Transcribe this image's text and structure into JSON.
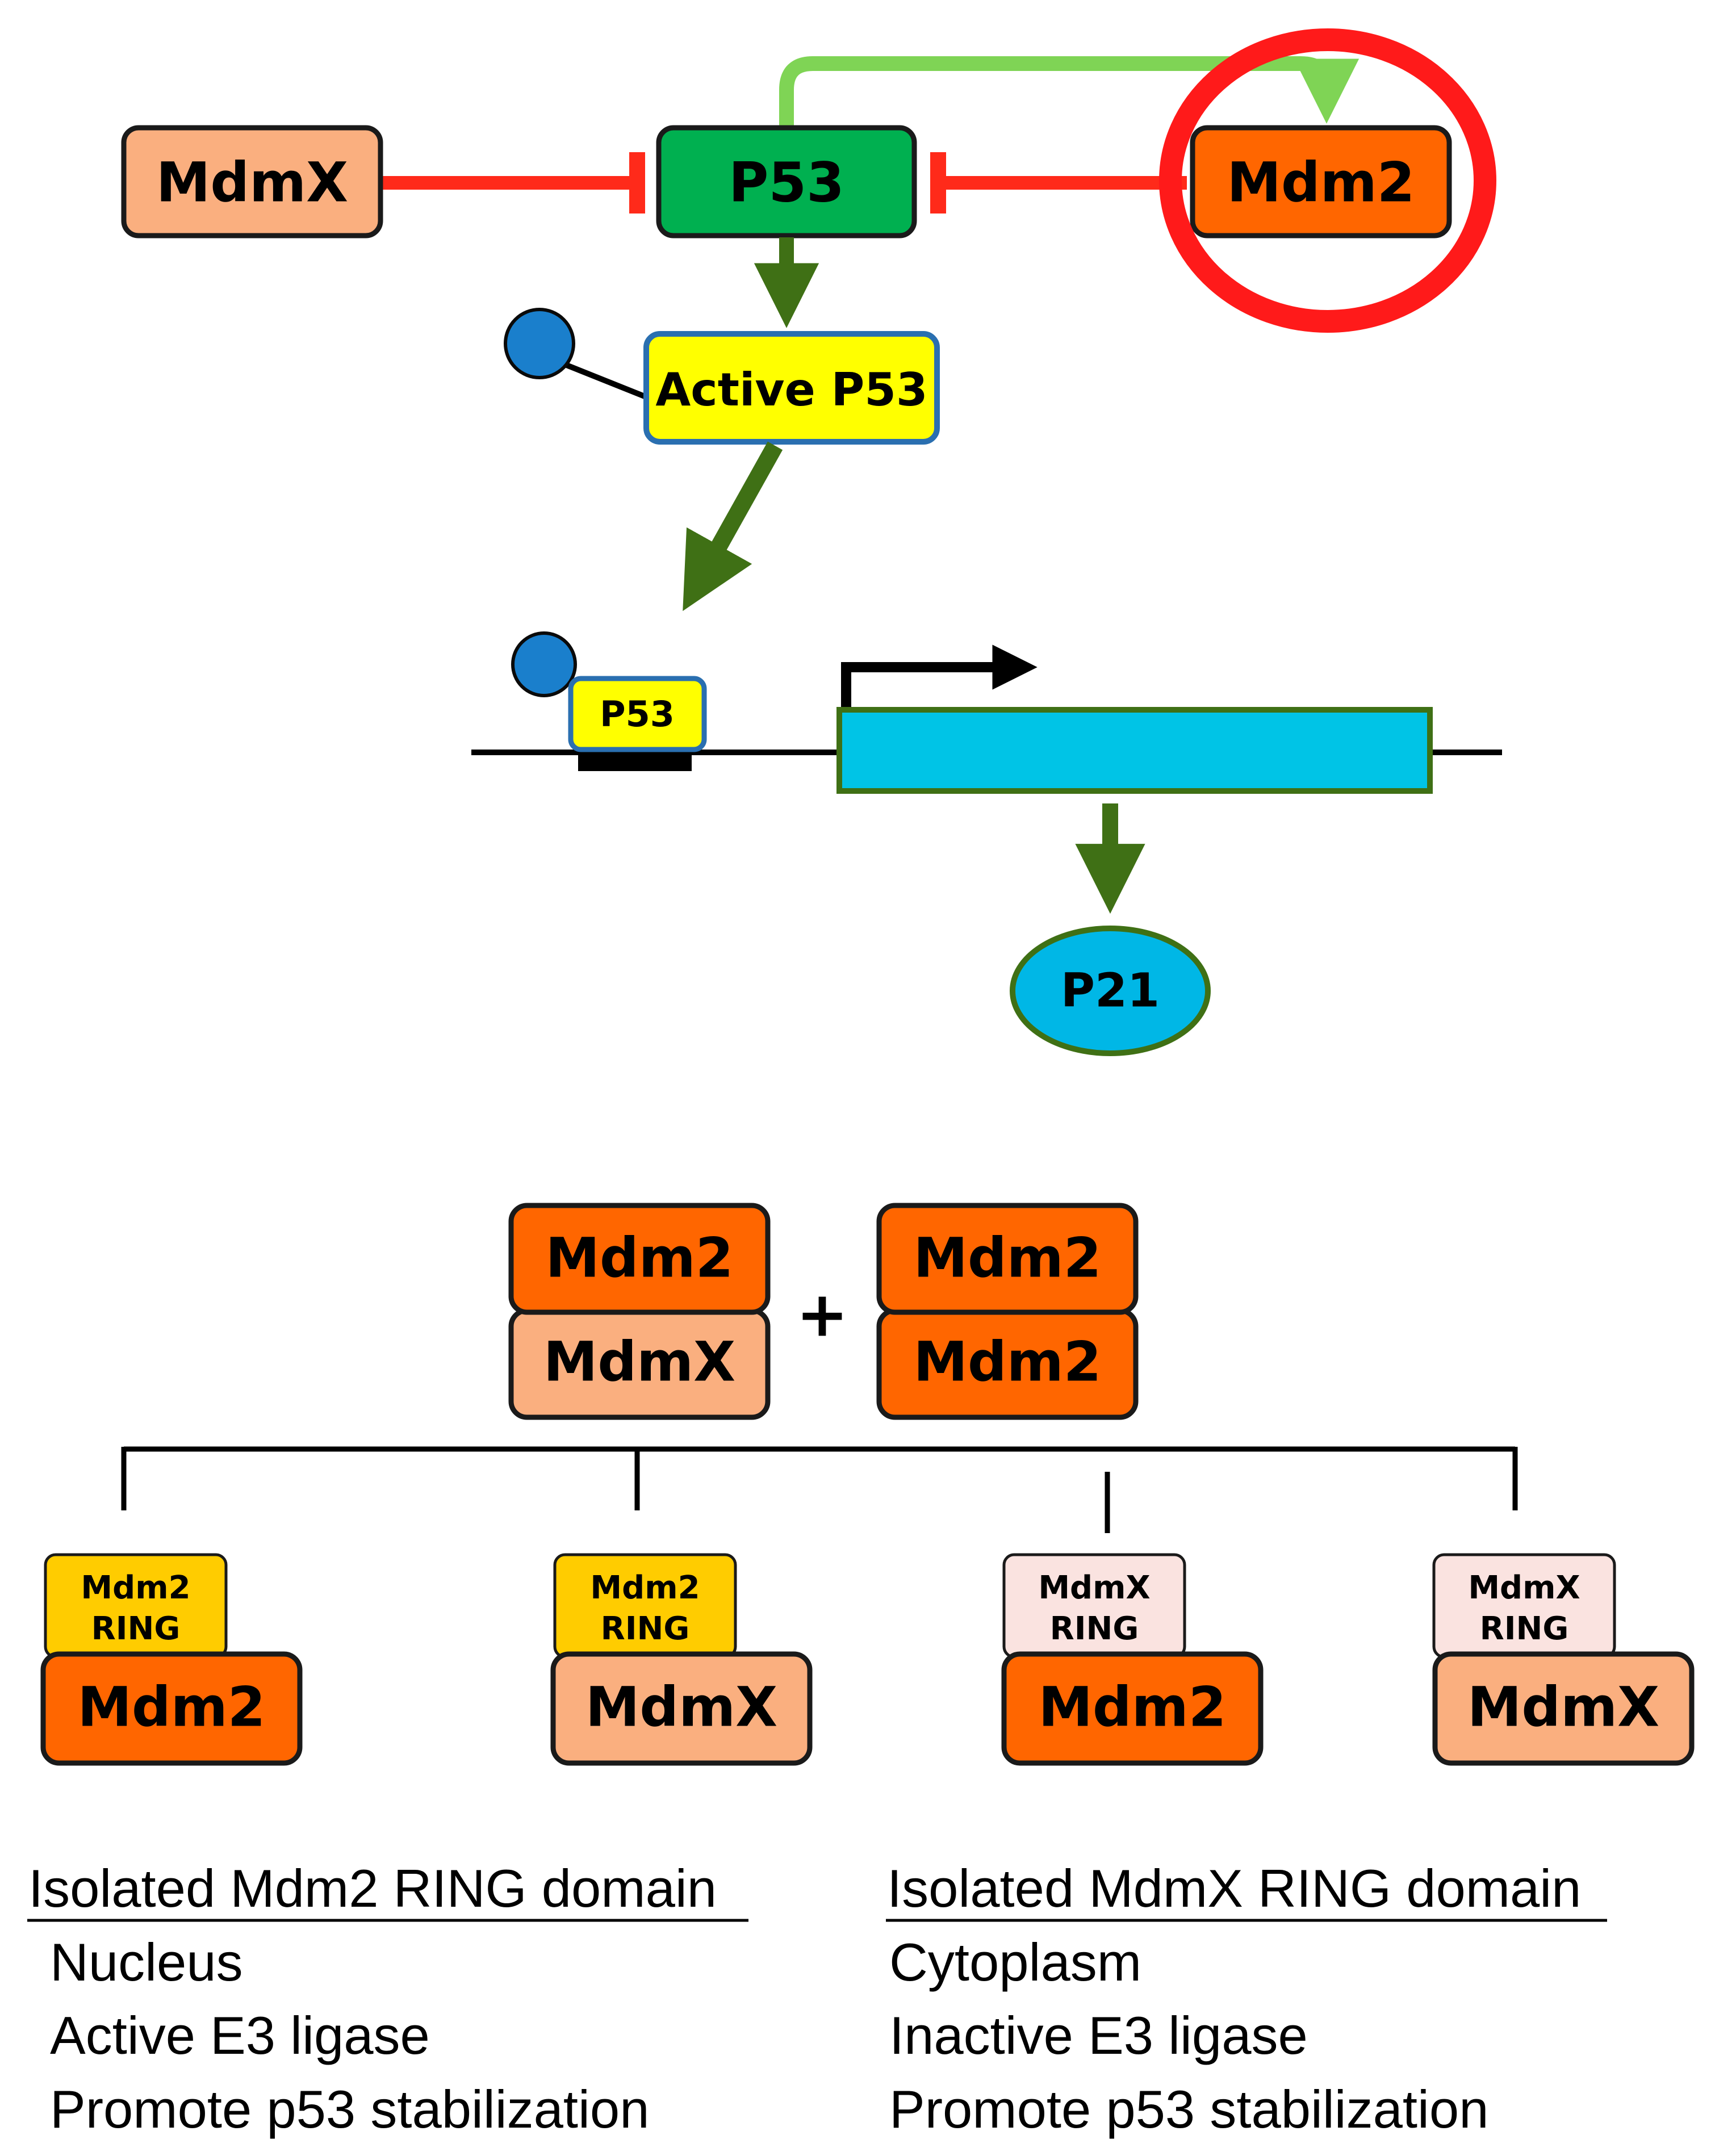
{
  "colors": {
    "mdm2": "#FF6600",
    "mdmx": "#FAAF7F",
    "p53": "#00B050",
    "active_p53": "#FFFF00",
    "gene": "#00C4E6",
    "p21": "#00B7E6",
    "inhibit": "#FF2A1A",
    "activate_dark": "#3F7015",
    "activate_light": "#7FD455",
    "circle": "#FF1A1A",
    "phospho": "#1A7FCC",
    "mdm2_ring": "#FFCC00",
    "mdmx_ring": "#FAE3E0"
  },
  "pathway": {
    "mdmx": "MdmX",
    "p53": "P53",
    "mdm2": "Mdm2",
    "active_p53": "Active P53",
    "bound_p53": "P53",
    "p21": "P21"
  },
  "complexes": {
    "left_top": "Mdm2",
    "left_bottom": "MdmX",
    "plus": "+",
    "right_top": "Mdm2",
    "right_bottom": "Mdm2"
  },
  "ring_pairs": [
    {
      "ring_line1": "Mdm2",
      "ring_line2": "RING",
      "base": "Mdm2"
    },
    {
      "ring_line1": "Mdm2",
      "ring_line2": "RING",
      "base": "MdmX"
    },
    {
      "ring_line1": "MdmX",
      "ring_line2": "RING",
      "base": "Mdm2"
    },
    {
      "ring_line1": "MdmX",
      "ring_line2": "RING",
      "base": "MdmX"
    }
  ],
  "summary": {
    "left": {
      "heading": "Isolated Mdm2 RING domain",
      "lines": [
        "Nucleus",
        "Active E3 ligase",
        "Promote p53 stabilization"
      ]
    },
    "right": {
      "heading": "Isolated MdmX RING domain",
      "lines": [
        "Cytoplasm",
        "Inactive E3 ligase",
        "Promote p53 stabilization"
      ]
    }
  }
}
